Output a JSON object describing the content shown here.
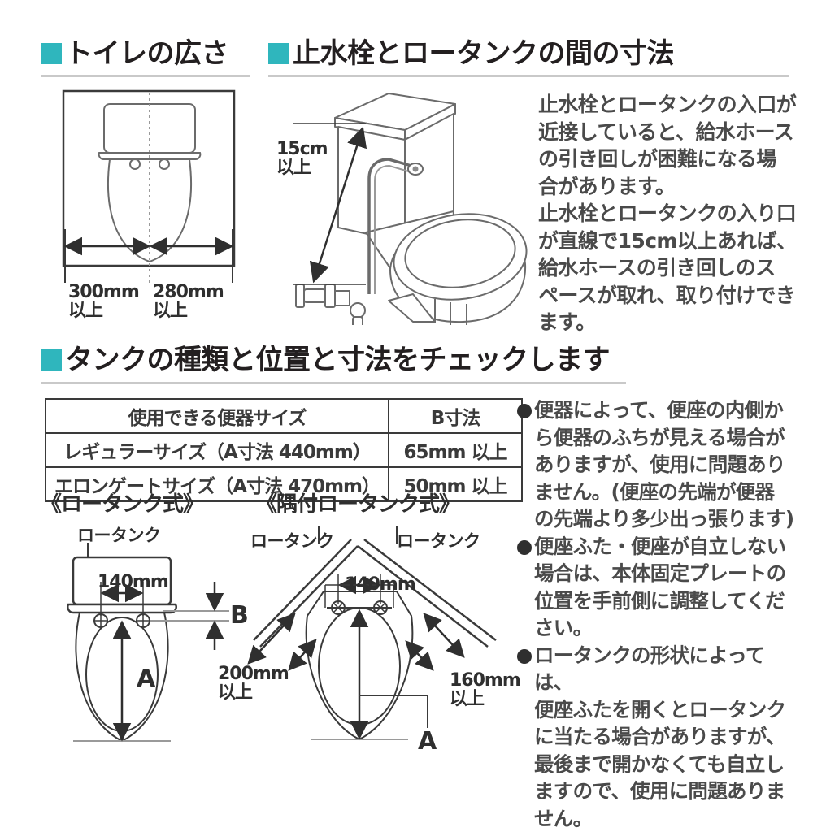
{
  "accent_color": "#2fb6bd",
  "sections": [
    {
      "id": "toilet-space",
      "title": "トイレの広さ",
      "dimensions": {
        "left": "300mm\n以上",
        "right": "280mm\n以上"
      }
    },
    {
      "id": "valve-tank-distance",
      "title": "止水栓とロータンクの間の寸法",
      "callout": "15cm\n以上",
      "paragraph": "止水栓とロータンクの入口が\n近接していると、給水ホース\nの引き回しが困難になる場\n合があります。\n止水栓とロータンクの入り口\nが直線で15cm以上あれば、\n給水ホースの引き回しのス\nペースが取れ、取り付けでき\nます。"
    },
    {
      "id": "tank-type-check",
      "title": "タンクの種類と位置と寸法をチェックします"
    }
  ],
  "table": {
    "headers": [
      "使用できる便器サイズ",
      "B寸法"
    ],
    "rows": [
      [
        "レギュラーサイズ（A寸法 440mm）",
        "65mm 以上"
      ],
      [
        "エロンゲートサイズ（A寸法 470mm）",
        "50mm 以上"
      ]
    ]
  },
  "diagrams": {
    "low_tank": {
      "caption": "《ロータンク式》",
      "tank_label": "ロータンク",
      "bolt_span": "140mm",
      "dim_a": "A",
      "dim_b": "B"
    },
    "corner_tank": {
      "caption": "《隅付ロータンク式》",
      "tank_label_left": "ロータンク",
      "tank_label_right": "ロータンク",
      "bolt_span": "140mm",
      "dim_left": "200mm\n以上",
      "dim_right": "160mm\n以上",
      "dim_a": "A"
    }
  },
  "notes": [
    "便器によって、便座の内側か\nら便器のふちが見える場合が\nありますが、使用に問題あり\nません。(便座の先端が便器\nの先端より多少出っ張ります)",
    "便座ふた・便座が自立しない\n場合は、本体固定プレートの\n位置を手前側に調整してくだ\nさい。",
    "ロータンクの形状によっては、\n便座ふたを開くとロータンク\nに当たる場合がありますが、\n最後まで開かなくても自立し\nますので、使用に問題ありま\nせん。"
  ]
}
